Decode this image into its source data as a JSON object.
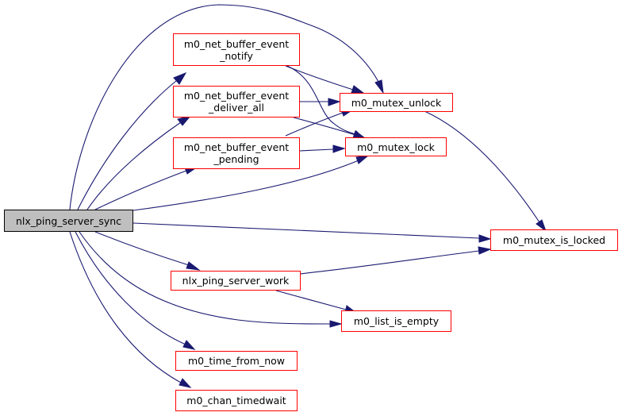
{
  "graph": {
    "type": "call-graph",
    "edge_color": "#191970",
    "node_border_color": "#ff0000",
    "root_fill": "#bfbfbf",
    "nodes": {
      "root": {
        "lines": [
          "nlx_ping_server_sync"
        ]
      },
      "notify": {
        "lines": [
          "m0_net_buffer_event",
          "_notify"
        ]
      },
      "deliver": {
        "lines": [
          "m0_net_buffer_event",
          "_deliver_all"
        ]
      },
      "pending": {
        "lines": [
          "m0_net_buffer_event",
          "_pending"
        ]
      },
      "unlock": {
        "lines": [
          "m0_mutex_unlock"
        ]
      },
      "lock": {
        "lines": [
          "m0_mutex_lock"
        ]
      },
      "is_locked": {
        "lines": [
          "m0_mutex_is_locked"
        ]
      },
      "work": {
        "lines": [
          "nlx_ping_server_work"
        ]
      },
      "list_empty": {
        "lines": [
          "m0_list_is_empty"
        ]
      },
      "time_from_now": {
        "lines": [
          "m0_time_from_now"
        ]
      },
      "chan_timedwait": {
        "lines": [
          "m0_chan_timedwait"
        ]
      }
    },
    "edges": [
      [
        "root",
        "notify"
      ],
      [
        "root",
        "deliver"
      ],
      [
        "root",
        "pending"
      ],
      [
        "root",
        "unlock"
      ],
      [
        "root",
        "lock"
      ],
      [
        "root",
        "is_locked"
      ],
      [
        "root",
        "work"
      ],
      [
        "root",
        "list_empty"
      ],
      [
        "root",
        "time_from_now"
      ],
      [
        "root",
        "chan_timedwait"
      ],
      [
        "notify",
        "unlock"
      ],
      [
        "notify",
        "lock"
      ],
      [
        "deliver",
        "unlock"
      ],
      [
        "deliver",
        "lock"
      ],
      [
        "pending",
        "unlock"
      ],
      [
        "pending",
        "lock"
      ],
      [
        "unlock",
        "is_locked"
      ],
      [
        "work",
        "is_locked"
      ],
      [
        "work",
        "list_empty"
      ]
    ]
  }
}
